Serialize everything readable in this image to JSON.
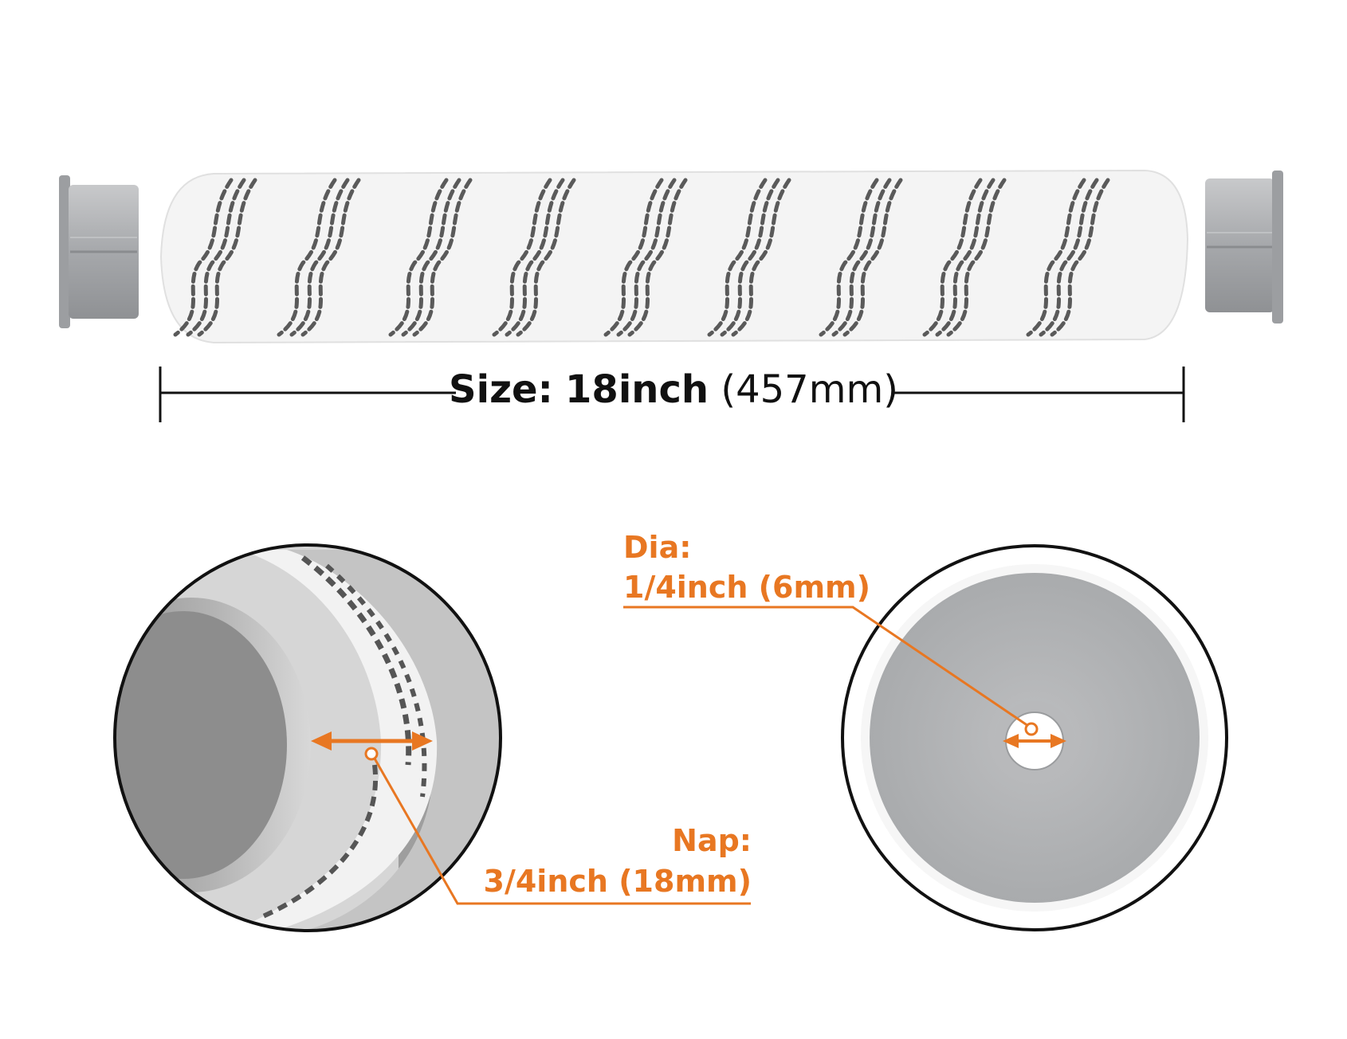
{
  "size_label": {
    "prefix": "Size:",
    "value": "18inch",
    "metric": "(457mm)"
  },
  "dia_callout": {
    "title": "Dia:",
    "value": "1/4inch (6mm)"
  },
  "nap_callout": {
    "title": "Nap:",
    "value": "3/4inch (18mm)"
  },
  "colors": {
    "accent": "#e87722",
    "text": "#111111",
    "cap_gray": "#a7a9ac",
    "stripe": "#5a5a5a"
  }
}
